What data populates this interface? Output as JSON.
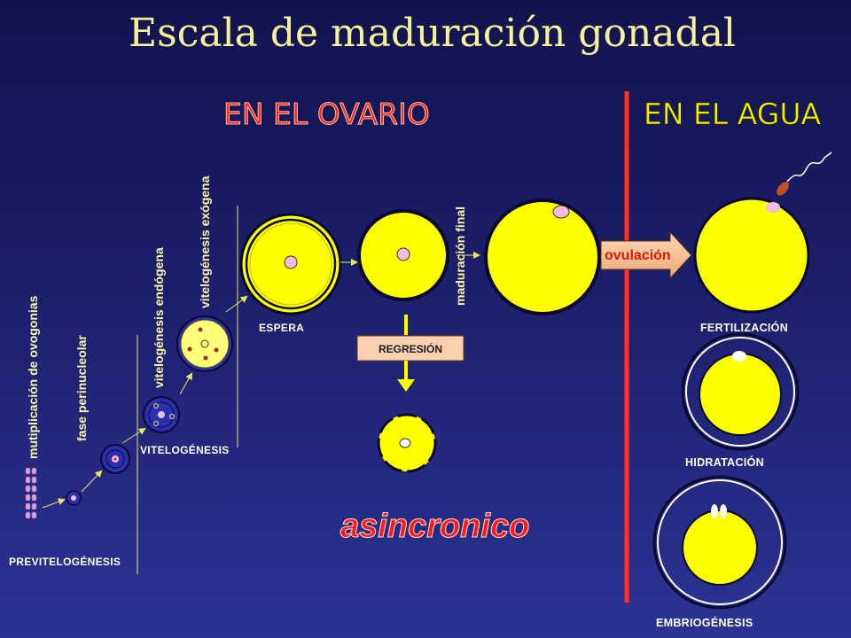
{
  "title": "Escala de maduración gonadal",
  "headings": {
    "ovario": "EN EL OVARIO",
    "agua": "EN EL AGUA"
  },
  "vertical_labels": {
    "multiplicacion": "mutiplicación de ovogonias",
    "perinucleolar": "fase perinucleolar",
    "endogena": "vitelogénesis endógena",
    "exogena": "vitelogénesis exógena",
    "maduracion": "maduración final"
  },
  "stages": {
    "previtelogenesis": "PREVITELOGÉNESIS",
    "vitelogenesis": "VITELOGÉNESIS",
    "espera": "ESPERA",
    "regresion": "REGRESIÓN",
    "fertilizacion": "FERTILIZACIÓN",
    "hidratacion": "HIDRATACIÓN",
    "embriogenesis": "EMBRIOGÉNESIS"
  },
  "ovulacion": "ovulación",
  "asincronico": "asincronico",
  "colors": {
    "yolk": "#ffff00",
    "nucleus": "#f4bde0",
    "divider": "#ff3322",
    "arrow": "#e8e860"
  }
}
